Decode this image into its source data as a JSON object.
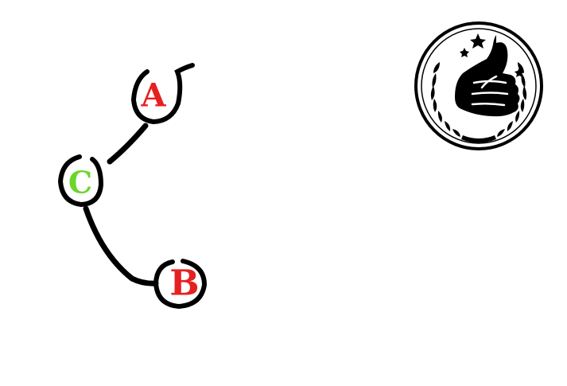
{
  "diagram": {
    "nodes": [
      {
        "id": "A",
        "label": "A",
        "color": "#e62020"
      },
      {
        "id": "C",
        "label": "C",
        "color": "#6bd62a"
      },
      {
        "id": "B",
        "label": "B",
        "color": "#e62020"
      }
    ],
    "edges": [
      {
        "from": "C",
        "to": "A"
      },
      {
        "from": "C",
        "to": "B"
      }
    ]
  },
  "badge": {
    "icon": "thumbs-up-icon",
    "emblem": "laurel-wreath-icon",
    "stars": "star-icon"
  },
  "colors": {
    "ink": "#000000",
    "background": "#ffffff"
  }
}
